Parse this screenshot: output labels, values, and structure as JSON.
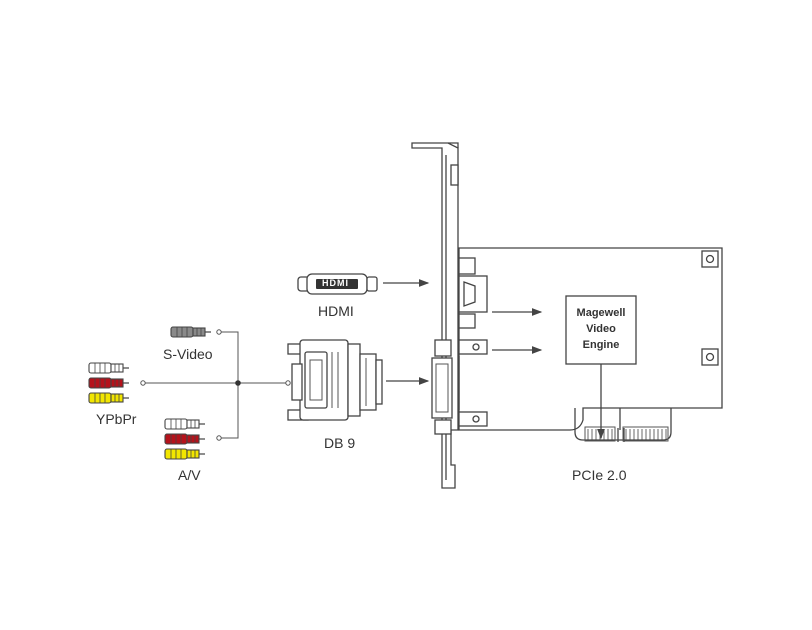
{
  "labels": {
    "hdmi": "HDMI",
    "hdmi_logo": "HDMI",
    "svideo": "S-Video",
    "ypbpr": "YPbPr",
    "av": "A/V",
    "db9": "DB 9",
    "pcie": "PCIe 2.0",
    "engine_line1": "Magewell",
    "engine_line2": "Video",
    "engine_line3": "Engine"
  },
  "colors": {
    "stroke": "#444444",
    "red": "#b5121b",
    "yellow": "#f2e600",
    "gray": "#8a8a8a",
    "white": "#ffffff"
  }
}
